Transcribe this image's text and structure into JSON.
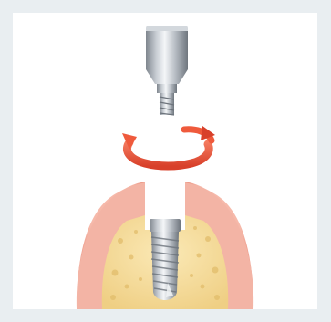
{
  "diagram": {
    "components": [
      "abutment",
      "rotation-arrow",
      "implant-fixture",
      "bone",
      "gingiva"
    ],
    "colors": {
      "frame_bg": "#e9eef1",
      "panel_bg": "#ffffff",
      "gum": "#f2b0a2",
      "gum_dark": "#e48d7d",
      "bone": "#f4dc9a",
      "bone_spot": "#e3c072",
      "metal_light": "#eef1f4",
      "metal_dark": "#8b929a",
      "arrow": "#ef5a3c"
    }
  }
}
